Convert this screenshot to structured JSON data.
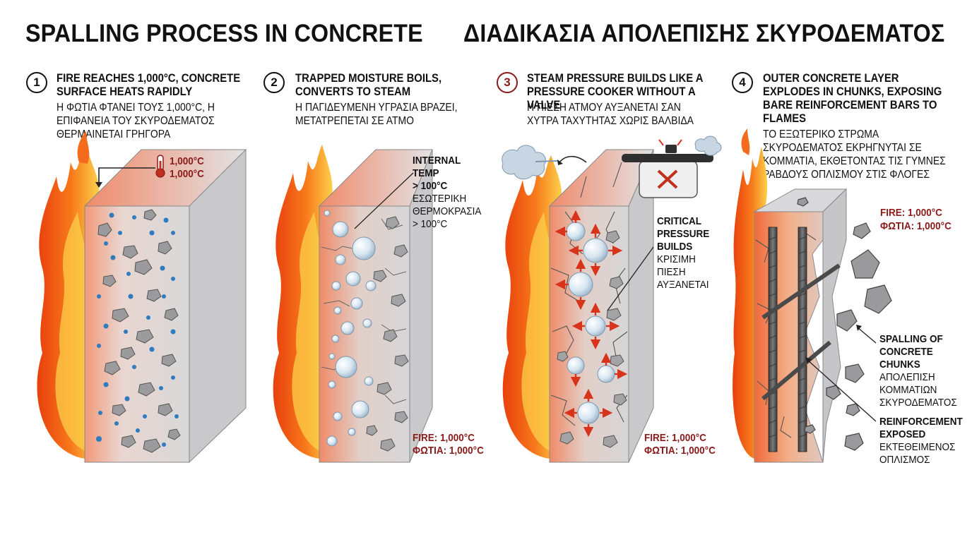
{
  "title_en": "SPALLING PROCESS IN CONCRETE",
  "title_gr": "ΔΙΑΔΙΚΑΣΙΑ ΑΠΟΛΕΠΙΣΗΣ ΣΚΥΡΟΔΕΜΑΤΟΣ",
  "steps": [
    {
      "number": "1",
      "heading_en": "FIRE REACHES 1,000°C, CONCRETE SURFACE HEATS RAPIDLY",
      "heading_gr": "Η ΦΩΤΙΑ ΦΤΑΝΕΙ ΤΟΥΣ 1,000°C, Η ΕΠΙΦΑΝΕΙΑ ΤΟΥ ΣΚΥΡΟΔΕΜΑΤΟΣ ΘΕΡΜΑΙΝΕΤΑΙ ΓΡΗΓΟΡΑ",
      "temp_line1": "1,000°C",
      "temp_line2": "1,000°C"
    },
    {
      "number": "2",
      "heading_en": "TRAPPED MOISTURE BOILS, CONVERTS TO STEAM",
      "heading_gr": "Η ΠΑΓΙΔΕΥΜΕΝΗ ΥΓΡΑΣΙΑ ΒΡΑΖΕΙ, ΜΕΤΑΤΡΕΠΕΤΑΙ ΣΕ ΑΤΜΟ",
      "label_en_1": "INTERNAL",
      "label_en_2": "TEMP",
      "label_en_3": "> 100°C",
      "label_gr_1": "ΕΣΩΤΕΡΙΚΗ",
      "label_gr_2": "ΘΕΡΜΟΚΡΑΣΙΑ",
      "label_gr_3": "> 100°C",
      "fire_en": "FIRE: 1,000°C",
      "fire_gr": "ΦΩΤΙΑ: 1,000°C"
    },
    {
      "number": "3",
      "heading_en": "STEAM PRESSURE BUILDS LIKE A PRESSURE COOKER WITHOUT A VALVE",
      "heading_gr": "Η ΠΙΕΣΗ ΑΤΜΟΥ ΑΥΞΑΝΕΤΑΙ ΣΑΝ ΧΥΤΡΑ ΤΑΧΥΤΗΤΑΣ ΧΩΡΙΣ ΒΑΛΒΙΔΑ",
      "label_en_1": "CRITICAL",
      "label_en_2": "PRESSURE",
      "label_en_3": "BUILDS",
      "label_gr_1": "ΚΡΙΣΙΜΗ ΠΙΕΣΗ",
      "label_gr_2": "ΑΥΞΑΝΕΤΑΙ",
      "fire_en": "FIRE: 1,000°C",
      "fire_gr": "ΦΩΤΙΑ: 1,000°C"
    },
    {
      "number": "4",
      "heading_en": "OUTER CONCRETE LAYER EXPLODES IN CHUNKS, EXPOSING BARE REINFORCEMENT BARS TO FLAMES",
      "heading_gr": "ΤΟ ΕΞΩΤΕΡΙΚΟ ΣΤΡΩΜΑ ΣΚΥΡΟΔΕΜΑΤΟΣ ΕΚΡΗΓΝΥΤΑΙ ΣΕ ΚΟΜΜΑΤΙΑ, ΕΚΘΕΤΟΝΤΑΣ ΤΙΣ ΓΥΜΝΕΣ ΡΑΒΔΟΥΣ ΟΠΛΙΣΜΟΥ ΣΤΙΣ ΦΛΟΓΕΣ",
      "fire_en": "FIRE: 1,000°C",
      "fire_gr": "ΦΩΤΙΑ: 1,000°C",
      "spall_en_1": "SPALLING OF",
      "spall_en_2": "CONCRETE CHUNKS",
      "spall_gr_1": "ΑΠΟΛΕΠΙΣΗ",
      "spall_gr_2": "ΚΟΜΜΑΤΙΩΝ",
      "spall_gr_3": "ΣΚΥΡΟΔΕΜΑΤΟΣ",
      "rebar_en_1": "REINFORCEMENT",
      "rebar_en_2": "EXPOSED",
      "rebar_gr_1": "ΕΚΤΕΘΕΙΜΕΝΟΣ",
      "rebar_gr_2": "ΟΠΛΙΣΜΟΣ"
    }
  ],
  "colors": {
    "fire_dark": "#e8400c",
    "fire_mid": "#f7791b",
    "fire_light": "#fcd04a",
    "concrete_face": "#d6d6d8",
    "concrete_side": "#c4c4c6",
    "moisture": "#2f7bbf",
    "label_red": "#8b1a1a"
  }
}
